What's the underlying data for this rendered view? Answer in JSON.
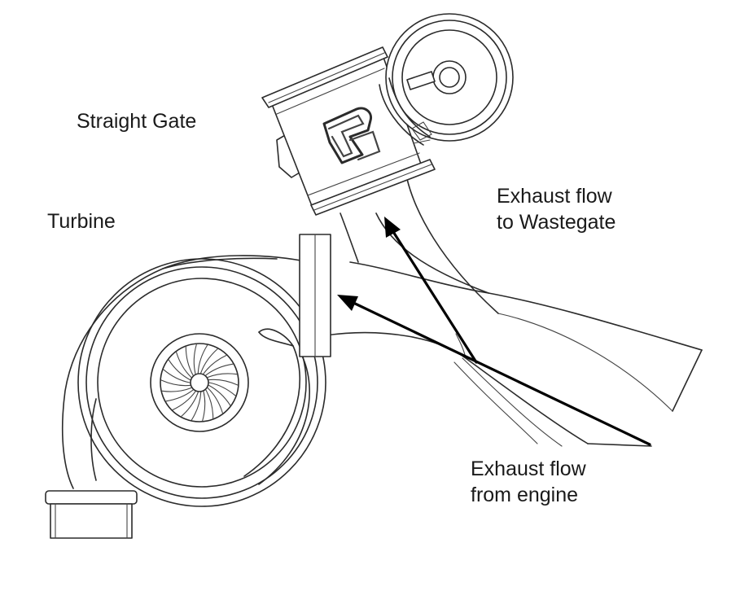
{
  "labels": {
    "straight_gate": "Straight Gate",
    "turbine": "Turbine",
    "flow_to_wastegate_line1": "Exhaust flow",
    "flow_to_wastegate_line2": "to Wastegate",
    "flow_from_engine_line1": "Exhaust flow",
    "flow_from_engine_line2": "from engine"
  },
  "colors": {
    "line": "#2b2b2b",
    "arrow": "#000000",
    "background": "#ffffff"
  },
  "icons": {
    "logo": "tial-logo-icon",
    "arrowhead": "arrowhead-icon"
  }
}
